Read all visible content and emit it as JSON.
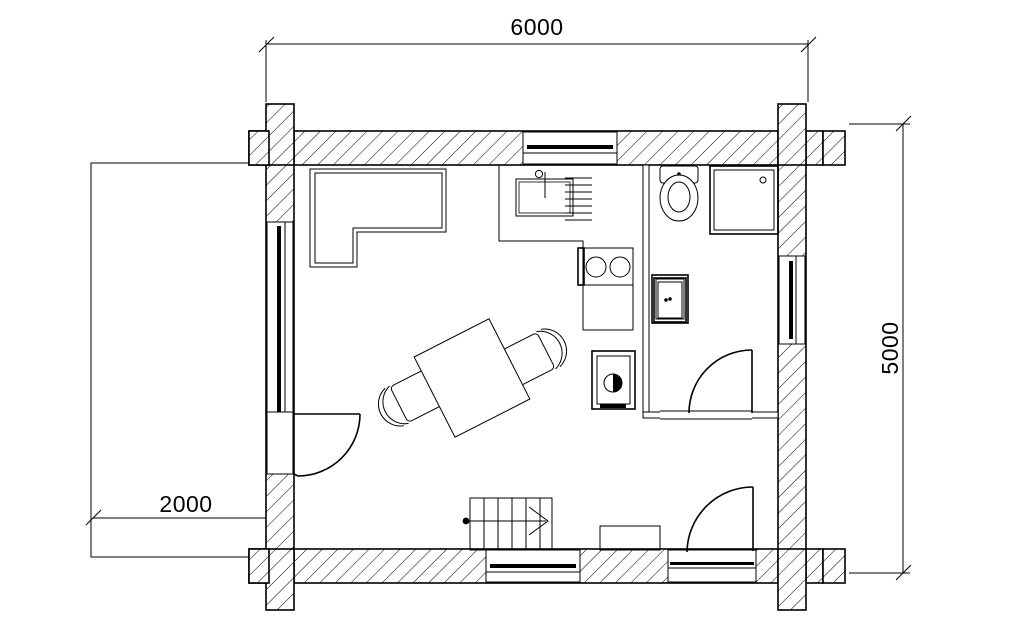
{
  "drawing": {
    "title": "Log cabin floor plan",
    "type": "architectural-floor-plan",
    "units": "mm",
    "background_color": "#ffffff",
    "line_color": "#000000"
  },
  "dimensions": {
    "top": {
      "label": "6000",
      "axis": "horizontal",
      "rotation": 0
    },
    "right": {
      "label": "5000",
      "axis": "vertical",
      "rotation": -90
    },
    "bottom_left": {
      "label": "2000",
      "axis": "horizontal",
      "rotation": 0
    }
  },
  "rooms": [
    {
      "name": "terrace-deck",
      "label": ""
    },
    {
      "name": "living-dining-kitchen",
      "label": ""
    },
    {
      "name": "bathroom",
      "label": ""
    }
  ],
  "fixtures": [
    {
      "name": "corner-sofa",
      "label": ""
    },
    {
      "name": "kitchen-sink",
      "label": ""
    },
    {
      "name": "kitchen-drainboard",
      "label": ""
    },
    {
      "name": "cooktop-two-burner",
      "label": ""
    },
    {
      "name": "kitchen-counter",
      "label": ""
    },
    {
      "name": "dining-table",
      "label": ""
    },
    {
      "name": "dining-chair-left",
      "label": ""
    },
    {
      "name": "dining-chair-right",
      "label": ""
    },
    {
      "name": "washing-machine",
      "label": ""
    },
    {
      "name": "toilet",
      "label": ""
    },
    {
      "name": "shower-tray",
      "label": ""
    },
    {
      "name": "washbasin",
      "label": ""
    },
    {
      "name": "wall-cabinet",
      "label": ""
    },
    {
      "name": "staircase",
      "label": ""
    }
  ],
  "openings": [
    {
      "name": "window-top-wall",
      "kind": "window"
    },
    {
      "name": "window-right-wall",
      "kind": "window"
    },
    {
      "name": "window-bottom-wall",
      "kind": "window"
    },
    {
      "name": "sliding-glass-door-left-wall",
      "kind": "sliding-door"
    },
    {
      "name": "door-left-wall",
      "kind": "hinged-door"
    },
    {
      "name": "door-bathroom",
      "kind": "hinged-door"
    },
    {
      "name": "door-entry-bottom",
      "kind": "hinged-door"
    }
  ]
}
